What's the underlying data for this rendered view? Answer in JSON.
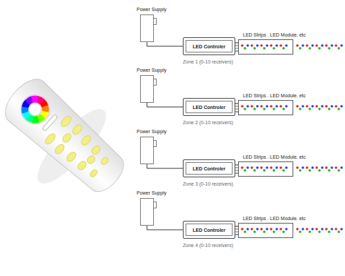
{
  "diagram": {
    "nodes": [
      {
        "text": [
          "Power Supply"
        ]
      },
      {
        "text": [
          "LED Controler",
          "Zone 1 (0-10 receivers)"
        ]
      },
      {
        "text": [
          "LED Strips . LED Module. etc"
        ]
      },
      {
        "text": [
          "Power Supply"
        ]
      },
      {
        "text": [
          "LED Controler",
          "Zone 2 (0-10 receivers)"
        ]
      },
      {
        "text": [
          "LED Strips . LED Module. etc"
        ]
      },
      {
        "text": [
          "Power Supply"
        ]
      },
      {
        "text": [
          "LED Controler",
          "Zone 3 (0-10 receivers)"
        ]
      },
      {
        "text": [
          "LED Strips . LED Module. etc"
        ]
      },
      {
        "text": [
          "Power Supply"
        ]
      },
      {
        "text": [
          "LED Controler",
          "Zone 4 (0-10 receivers)"
        ]
      },
      {
        "text": [
          "LED Strips . LED Module. etc"
        ]
      }
    ],
    "edges": [
      {
        "from": 0,
        "to": 1,
        "arrow": "none"
      },
      {
        "from": 1,
        "to": 2,
        "arrow": "none"
      },
      {
        "from": 3,
        "to": 4,
        "arrow": "none"
      },
      {
        "from": 4,
        "to": 5,
        "arrow": "none"
      },
      {
        "from": 6,
        "to": 7,
        "arrow": "none"
      },
      {
        "from": 7,
        "to": 8,
        "arrow": "none"
      },
      {
        "from": 9,
        "to": 10,
        "arrow": "none"
      },
      {
        "from": 10,
        "to": 11,
        "arrow": "none"
      }
    ]
  }
}
